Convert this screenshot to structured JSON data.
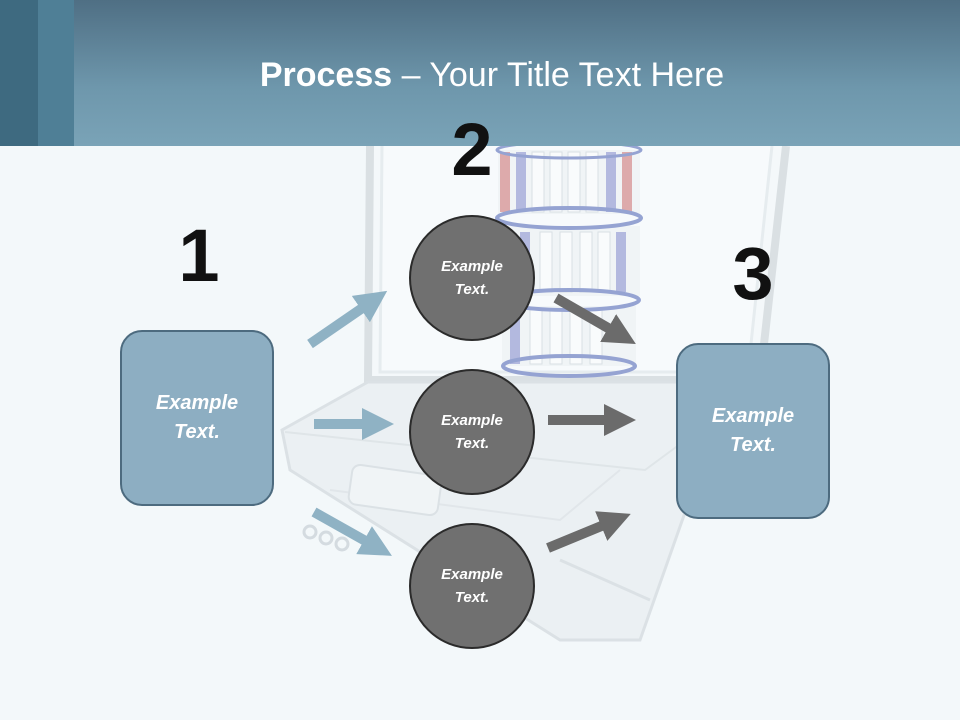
{
  "header": {
    "title_bold": "Process",
    "title_rest": " – Your Title Text Here"
  },
  "steps": {
    "one": {
      "number": "1",
      "label": "Example Text."
    },
    "two": {
      "number": "2",
      "items": [
        {
          "label": "Example Text."
        },
        {
          "label": "Example Text."
        },
        {
          "label": "Example Text."
        }
      ]
    },
    "three": {
      "number": "3",
      "label": "Example Text."
    }
  },
  "colors": {
    "header": "#6e97ac",
    "box_fill": "#8daec2",
    "circle_fill": "#707070",
    "arrow_blue": "#8fb2c4",
    "arrow_gray": "#6b6b6b"
  }
}
